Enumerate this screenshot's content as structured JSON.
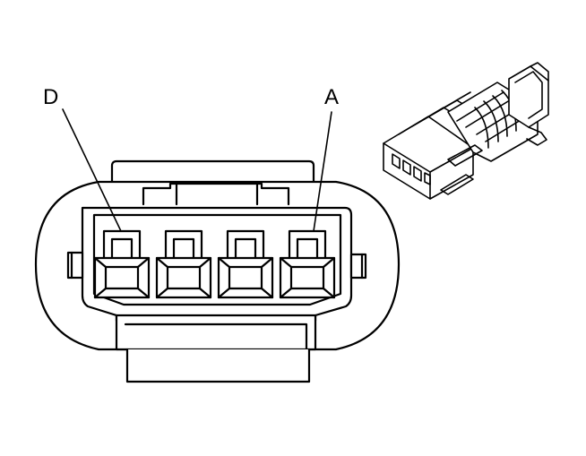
{
  "diagram": {
    "callouts": [
      {
        "id": "pin-d",
        "label": "D"
      },
      {
        "id": "pin-a",
        "label": "A"
      }
    ],
    "terminal_count": 4,
    "colors": {
      "line": "#000000",
      "background": "#ffffff"
    }
  }
}
